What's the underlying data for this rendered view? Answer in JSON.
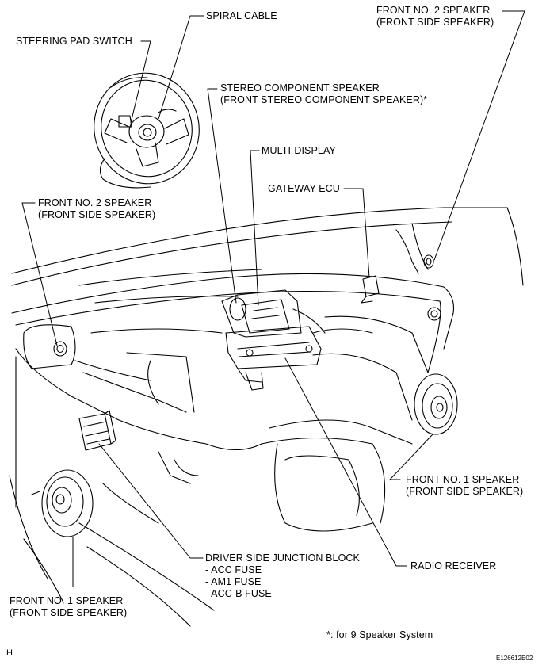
{
  "labels": {
    "spiral_cable": "SPIRAL CABLE",
    "steering_pad_switch": "STEERING PAD SWITCH",
    "front_no2_speaker_right": {
      "line1": "FRONT NO. 2 SPEAKER",
      "line2": "(FRONT SIDE SPEAKER)"
    },
    "stereo_component_speaker": {
      "line1": "STEREO COMPONENT SPEAKER",
      "line2": "(FRONT STEREO COMPONENT SPEAKER)*"
    },
    "multi_display": "MULTI-DISPLAY",
    "gateway_ecu": "GATEWAY ECU",
    "front_no2_speaker_left": {
      "line1": "FRONT NO. 2 SPEAKER",
      "line2": "(FRONT SIDE SPEAKER)"
    },
    "front_no1_speaker_right": {
      "line1": "FRONT NO. 1 SPEAKER",
      "line2": "(FRONT SIDE SPEAKER)"
    },
    "driver_side_junction_block": {
      "title": "DRIVER SIDE JUNCTION BLOCK",
      "items": [
        "- ACC FUSE",
        "- AM1 FUSE",
        "- ACC-B FUSE"
      ]
    },
    "radio_receiver": "RADIO RECEIVER",
    "front_no1_speaker_left": {
      "line1": "FRONT NO. 1 SPEAKER",
      "line2": "(FRONT SIDE SPEAKER)"
    }
  },
  "footnote": "*: for 9 Speaker System",
  "corner_mark": "H",
  "figure_id": "E126612E02"
}
